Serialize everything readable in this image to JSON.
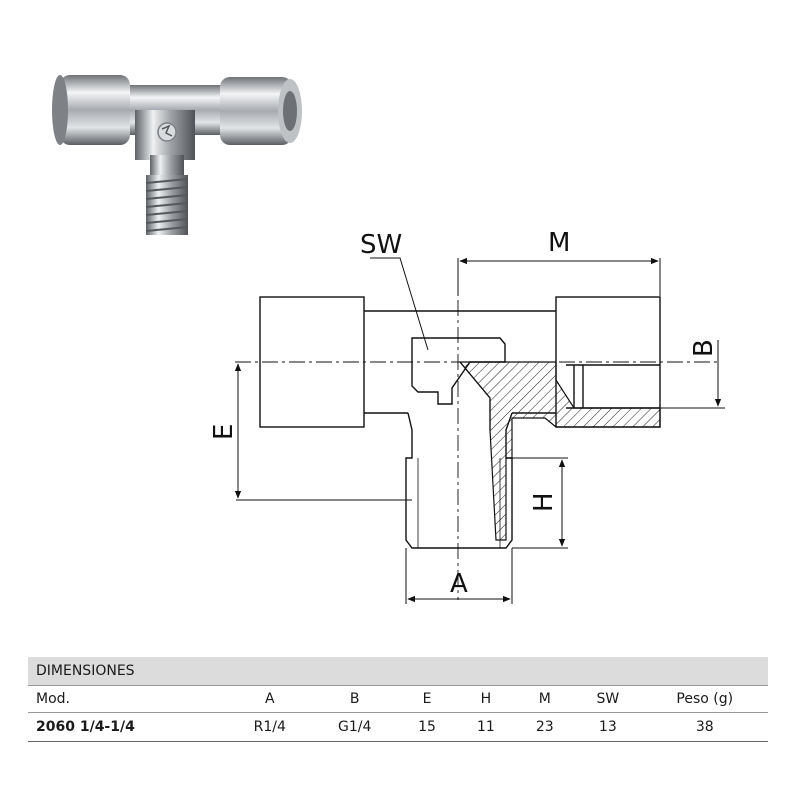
{
  "drawing": {
    "labels": {
      "sw": "SW",
      "m": "M",
      "b": "B",
      "e": "E",
      "h": "H",
      "a": "A"
    }
  },
  "table": {
    "caption": "DIMENSIONES",
    "headers": [
      "Mod.",
      "A",
      "B",
      "E",
      "H",
      "M",
      "SW",
      "Peso (g)"
    ],
    "rows": [
      [
        "2060 1/4-1/4",
        "R1/4",
        "G1/4",
        "15",
        "11",
        "23",
        "13",
        "38"
      ]
    ]
  }
}
